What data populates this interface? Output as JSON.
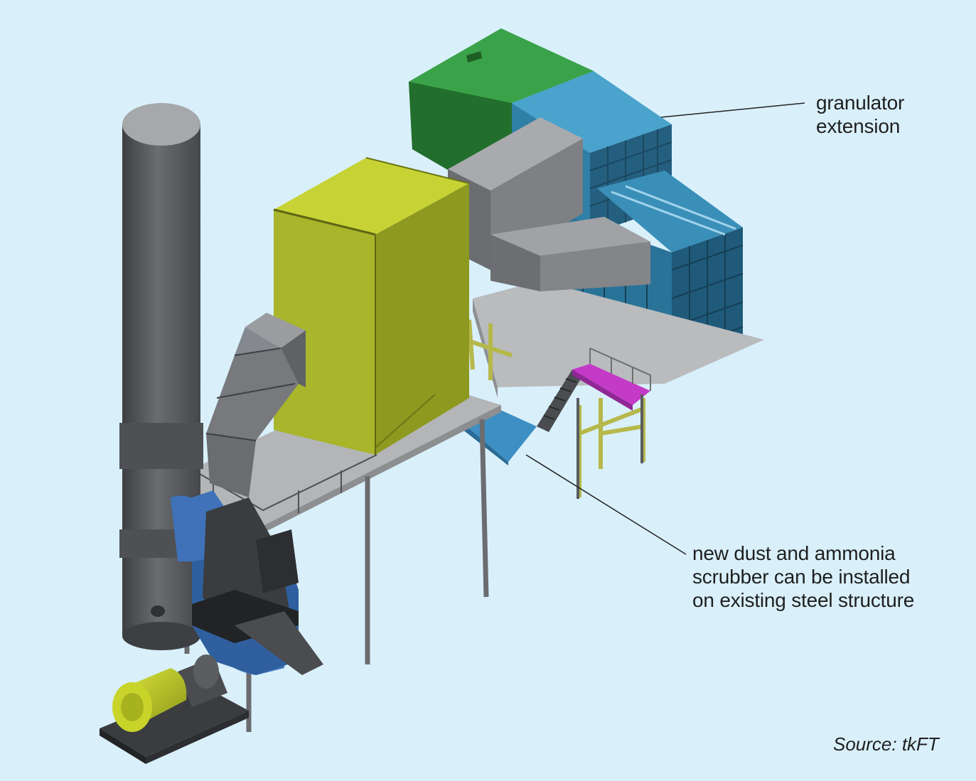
{
  "callouts": {
    "granulator": {
      "lines": [
        "granulator",
        "extension"
      ]
    },
    "scrubber": {
      "lines": [
        "new dust and ammonia",
        "scrubber can be installed",
        "on existing steel structure"
      ]
    }
  },
  "source": "Source: tkFT",
  "colors": {
    "background": "#d9f0fb",
    "scrubber_body": "#a9b52a",
    "granulator_extension": "#2f7fa6",
    "granulator_hood": "#2e8a3a",
    "stack": "#5a5c60",
    "ducts": "#8a8c90",
    "fan": "#3f72b8",
    "motor": "#c8d42a",
    "platform": "#b9bbbd",
    "magenta_platform": "#c43ac8",
    "steel_legs": "#b6b84a"
  }
}
